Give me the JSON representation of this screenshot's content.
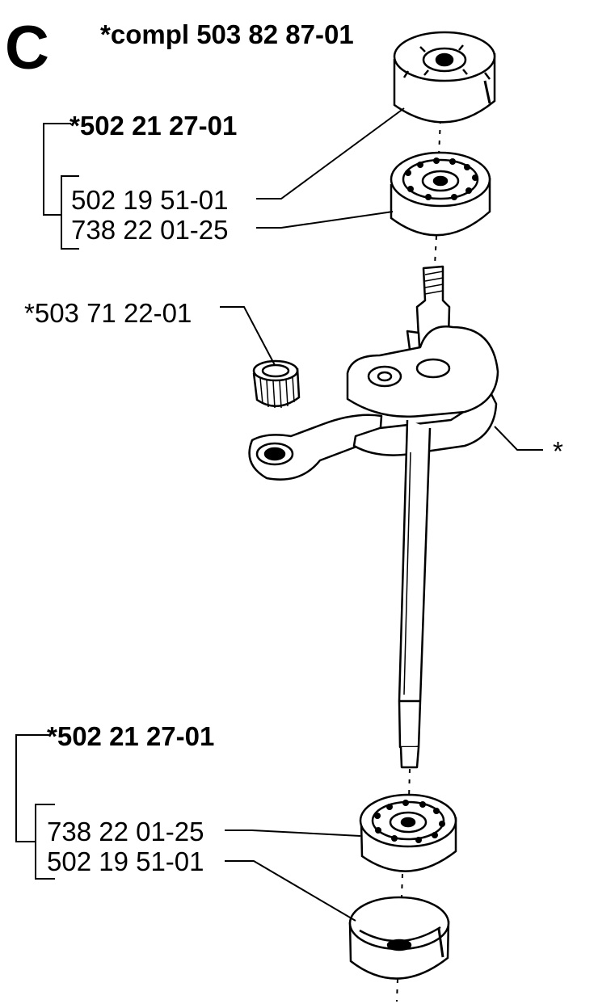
{
  "section_letter": "C",
  "assembly_label": "*compl 503 82 87-01",
  "top_group": {
    "kit_label": "*502 21 27-01",
    "part_seal": "502 19 51-01",
    "part_bearing": "738 22 01-25"
  },
  "needle_bearing_label": "*503 71 22-01",
  "crank_label": "*",
  "bottom_group": {
    "kit_label": "*502 21 27-01",
    "part_bearing": "738 22 01-25",
    "part_seal": "502 19 51-01"
  }
}
